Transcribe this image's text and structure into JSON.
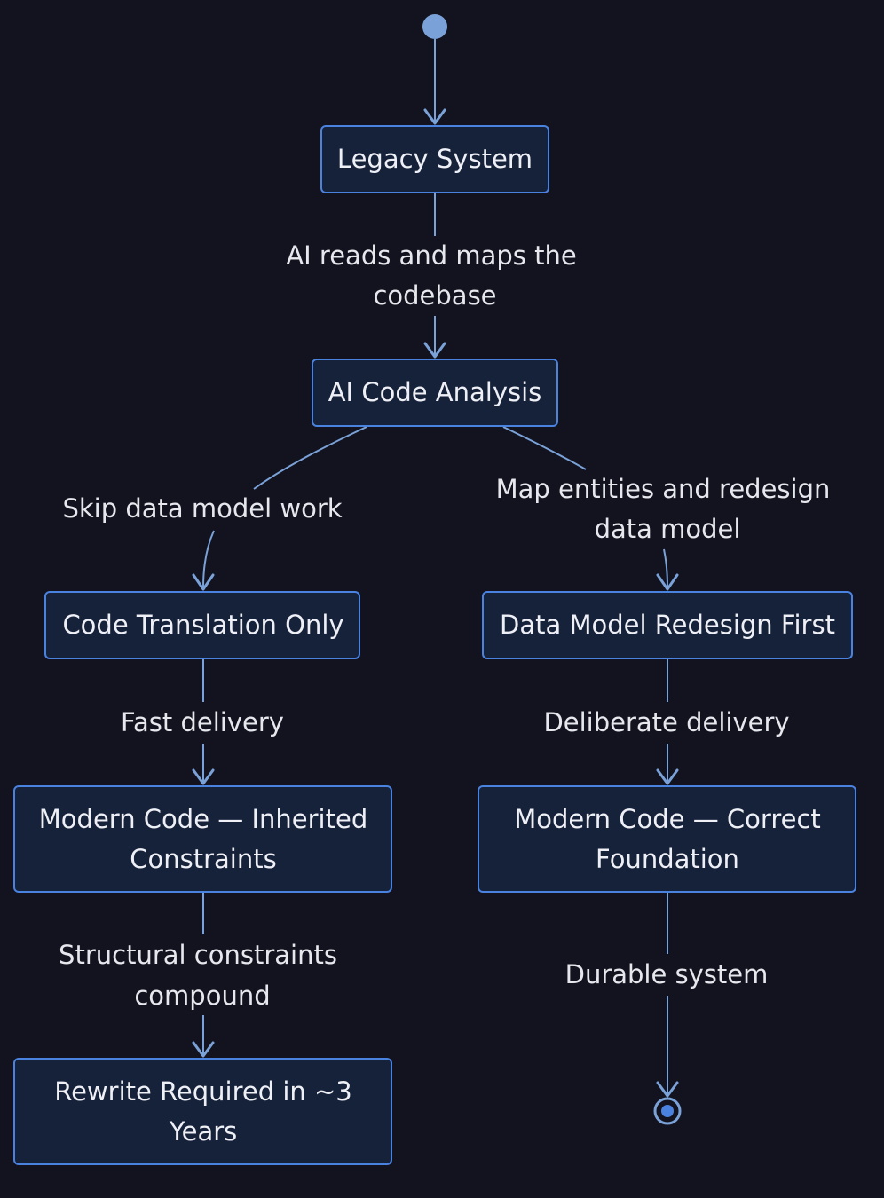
{
  "nodes": {
    "legacy_system": {
      "label": "Legacy System"
    },
    "ai_code_analysis": {
      "label": "AI Code Analysis"
    },
    "code_translation_only": {
      "label": "Code Translation Only"
    },
    "data_model_redesign_first": {
      "label": "Data Model Redesign First"
    },
    "modern_code_inherited": {
      "line1": "Modern Code — Inherited",
      "line2": "Constraints"
    },
    "modern_code_correct": {
      "line1": "Modern Code — Correct",
      "line2": "Foundation"
    },
    "rewrite_required": {
      "line1": "Rewrite Required in ~3",
      "line2": "Years"
    }
  },
  "edges": {
    "ai_reads": {
      "line1": "AI reads and maps the",
      "line2": "codebase"
    },
    "skip_data_model": {
      "label": "Skip data model work"
    },
    "map_entities": {
      "line1": "Map entities and redesign",
      "line2": "data model"
    },
    "fast_delivery": {
      "label": "Fast delivery"
    },
    "deliberate_delivery": {
      "label": "Deliberate delivery"
    },
    "structural_constraints": {
      "line1": "Structural constraints",
      "line2": "compound"
    },
    "durable_system": {
      "label": "Durable system"
    }
  },
  "colors": {
    "background": "#13131f",
    "node_fill": "#16213a",
    "node_border": "#4a82e0",
    "edge": "#7aa2d8",
    "start_dot": "#7aa2d8",
    "end_dot": "#4a82e0",
    "text": "#eef0f6"
  }
}
